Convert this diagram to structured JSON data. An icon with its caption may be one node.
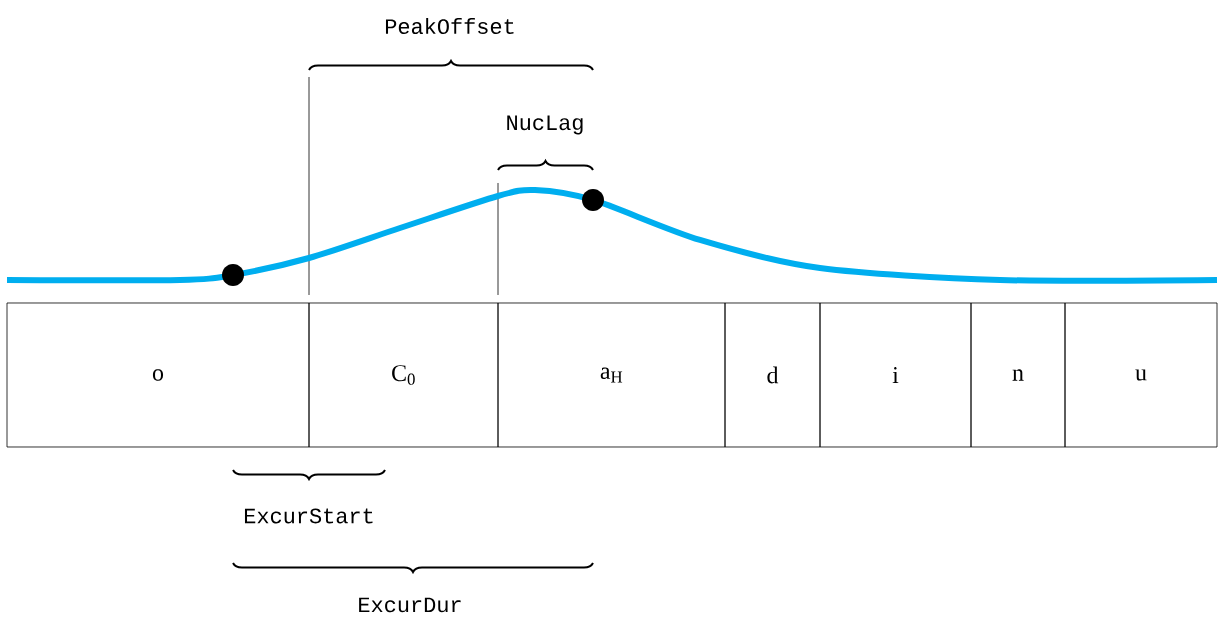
{
  "diagram": {
    "nodes": [
      {
        "text": [
          "o"
        ]
      },
      {
        "text": [
          "C$_{0}$"
        ]
      },
      {
        "text": [
          "a$_{H}$"
        ]
      },
      {
        "text": [
          "d"
        ]
      },
      {
        "text": [
          "i"
        ]
      },
      {
        "text": [
          "n"
        ]
      },
      {
        "text": [
          "u"
        ]
      }
    ],
    "labels": [
      "PeakOffset",
      "NucLag",
      "ExcurStart",
      "ExcurDur"
    ]
  }
}
